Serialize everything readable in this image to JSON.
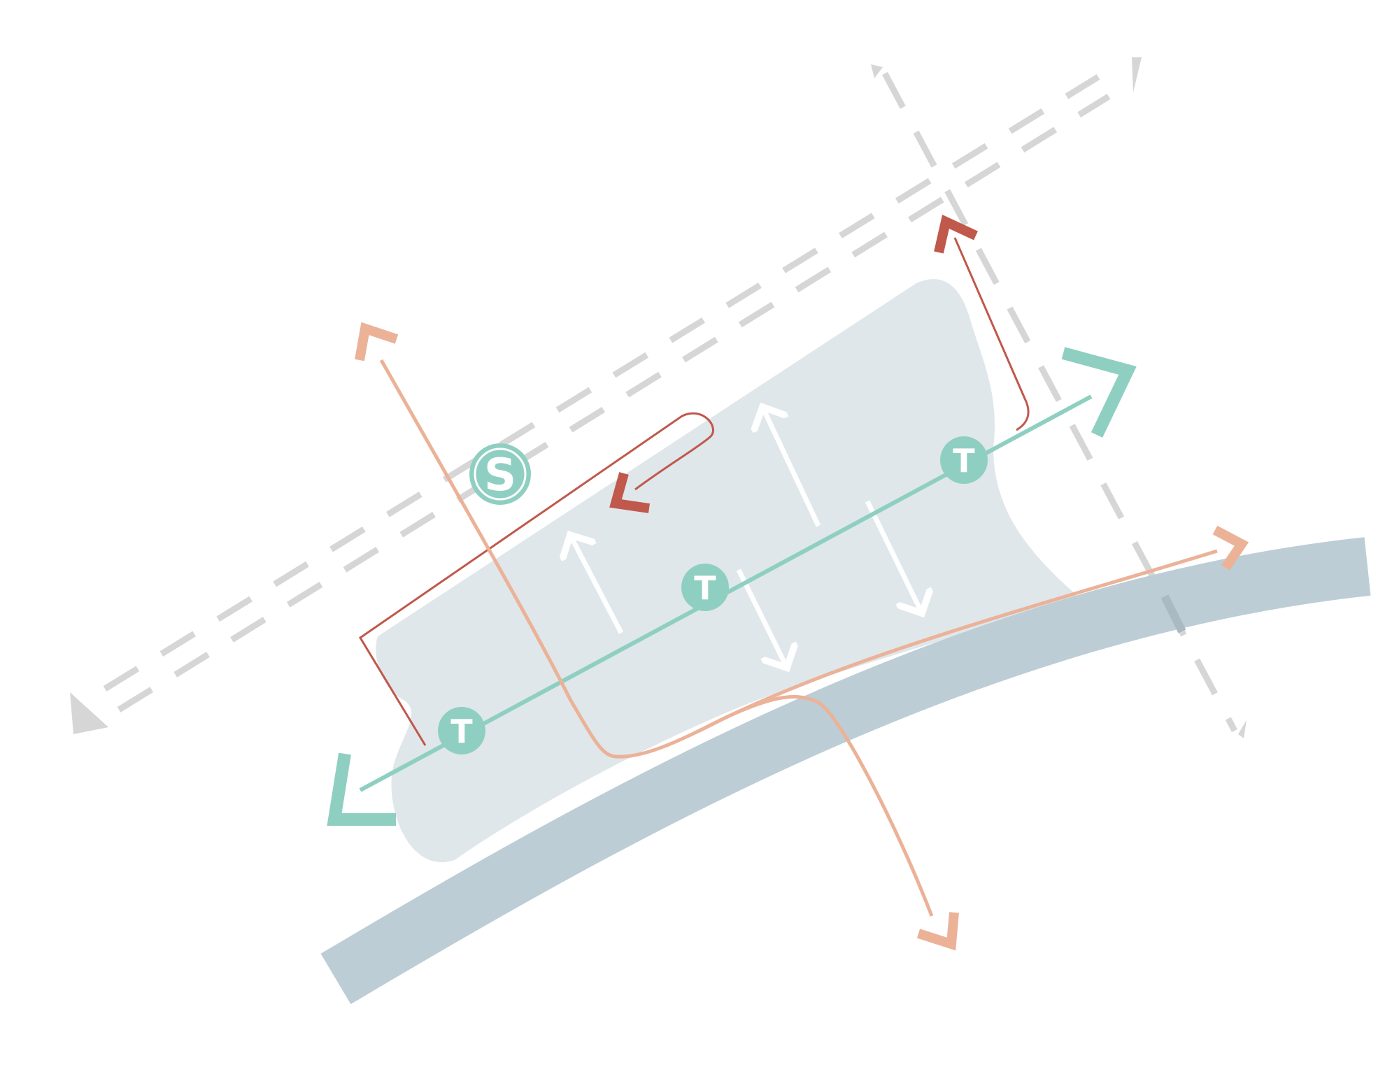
{
  "nodes": {
    "t1": {
      "label": "T"
    },
    "t2": {
      "label": "T"
    },
    "t3": {
      "label": "T"
    },
    "s": {
      "label": "S"
    }
  },
  "colors": {
    "background": "#ffffff",
    "teal": "#8fcfc2",
    "salmon": "#ebb298",
    "red": "#c0584c",
    "pale_region": "#dfe7eb",
    "road": "#bccdd5",
    "dash_gray": "#d6d6d6",
    "white_arrow": "#ffffff"
  }
}
